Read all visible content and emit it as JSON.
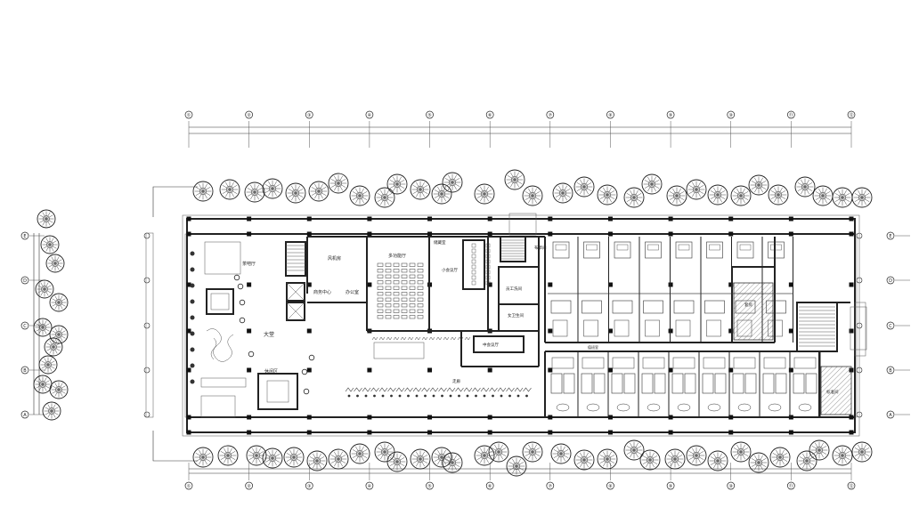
{
  "grid": {
    "columns": [
      "①",
      "②",
      "③",
      "④",
      "⑤",
      "⑥",
      "⑦",
      "⑧",
      "⑨",
      "⑩",
      "⑪",
      "⑫"
    ],
    "rows": [
      "E",
      "D",
      "C",
      "B",
      "A"
    ]
  },
  "rooms": {
    "teahouse": "茶吧厅",
    "lobby": "大堂",
    "rest_area": "休闲区",
    "fan_room": "风机房",
    "business_center": "商务中心",
    "office": "办公室",
    "multi_hall": "多功能厅",
    "storage": "储藏室",
    "meeting_small": "小会议厅",
    "meeting_large": "中会议厅",
    "staff_toilet": "员工洗间",
    "ladies_toilet": "女卫生间",
    "corridor": "走廊",
    "suite": "套房",
    "linen": "布草间",
    "duty": "值班室",
    "standard": "标准间"
  }
}
